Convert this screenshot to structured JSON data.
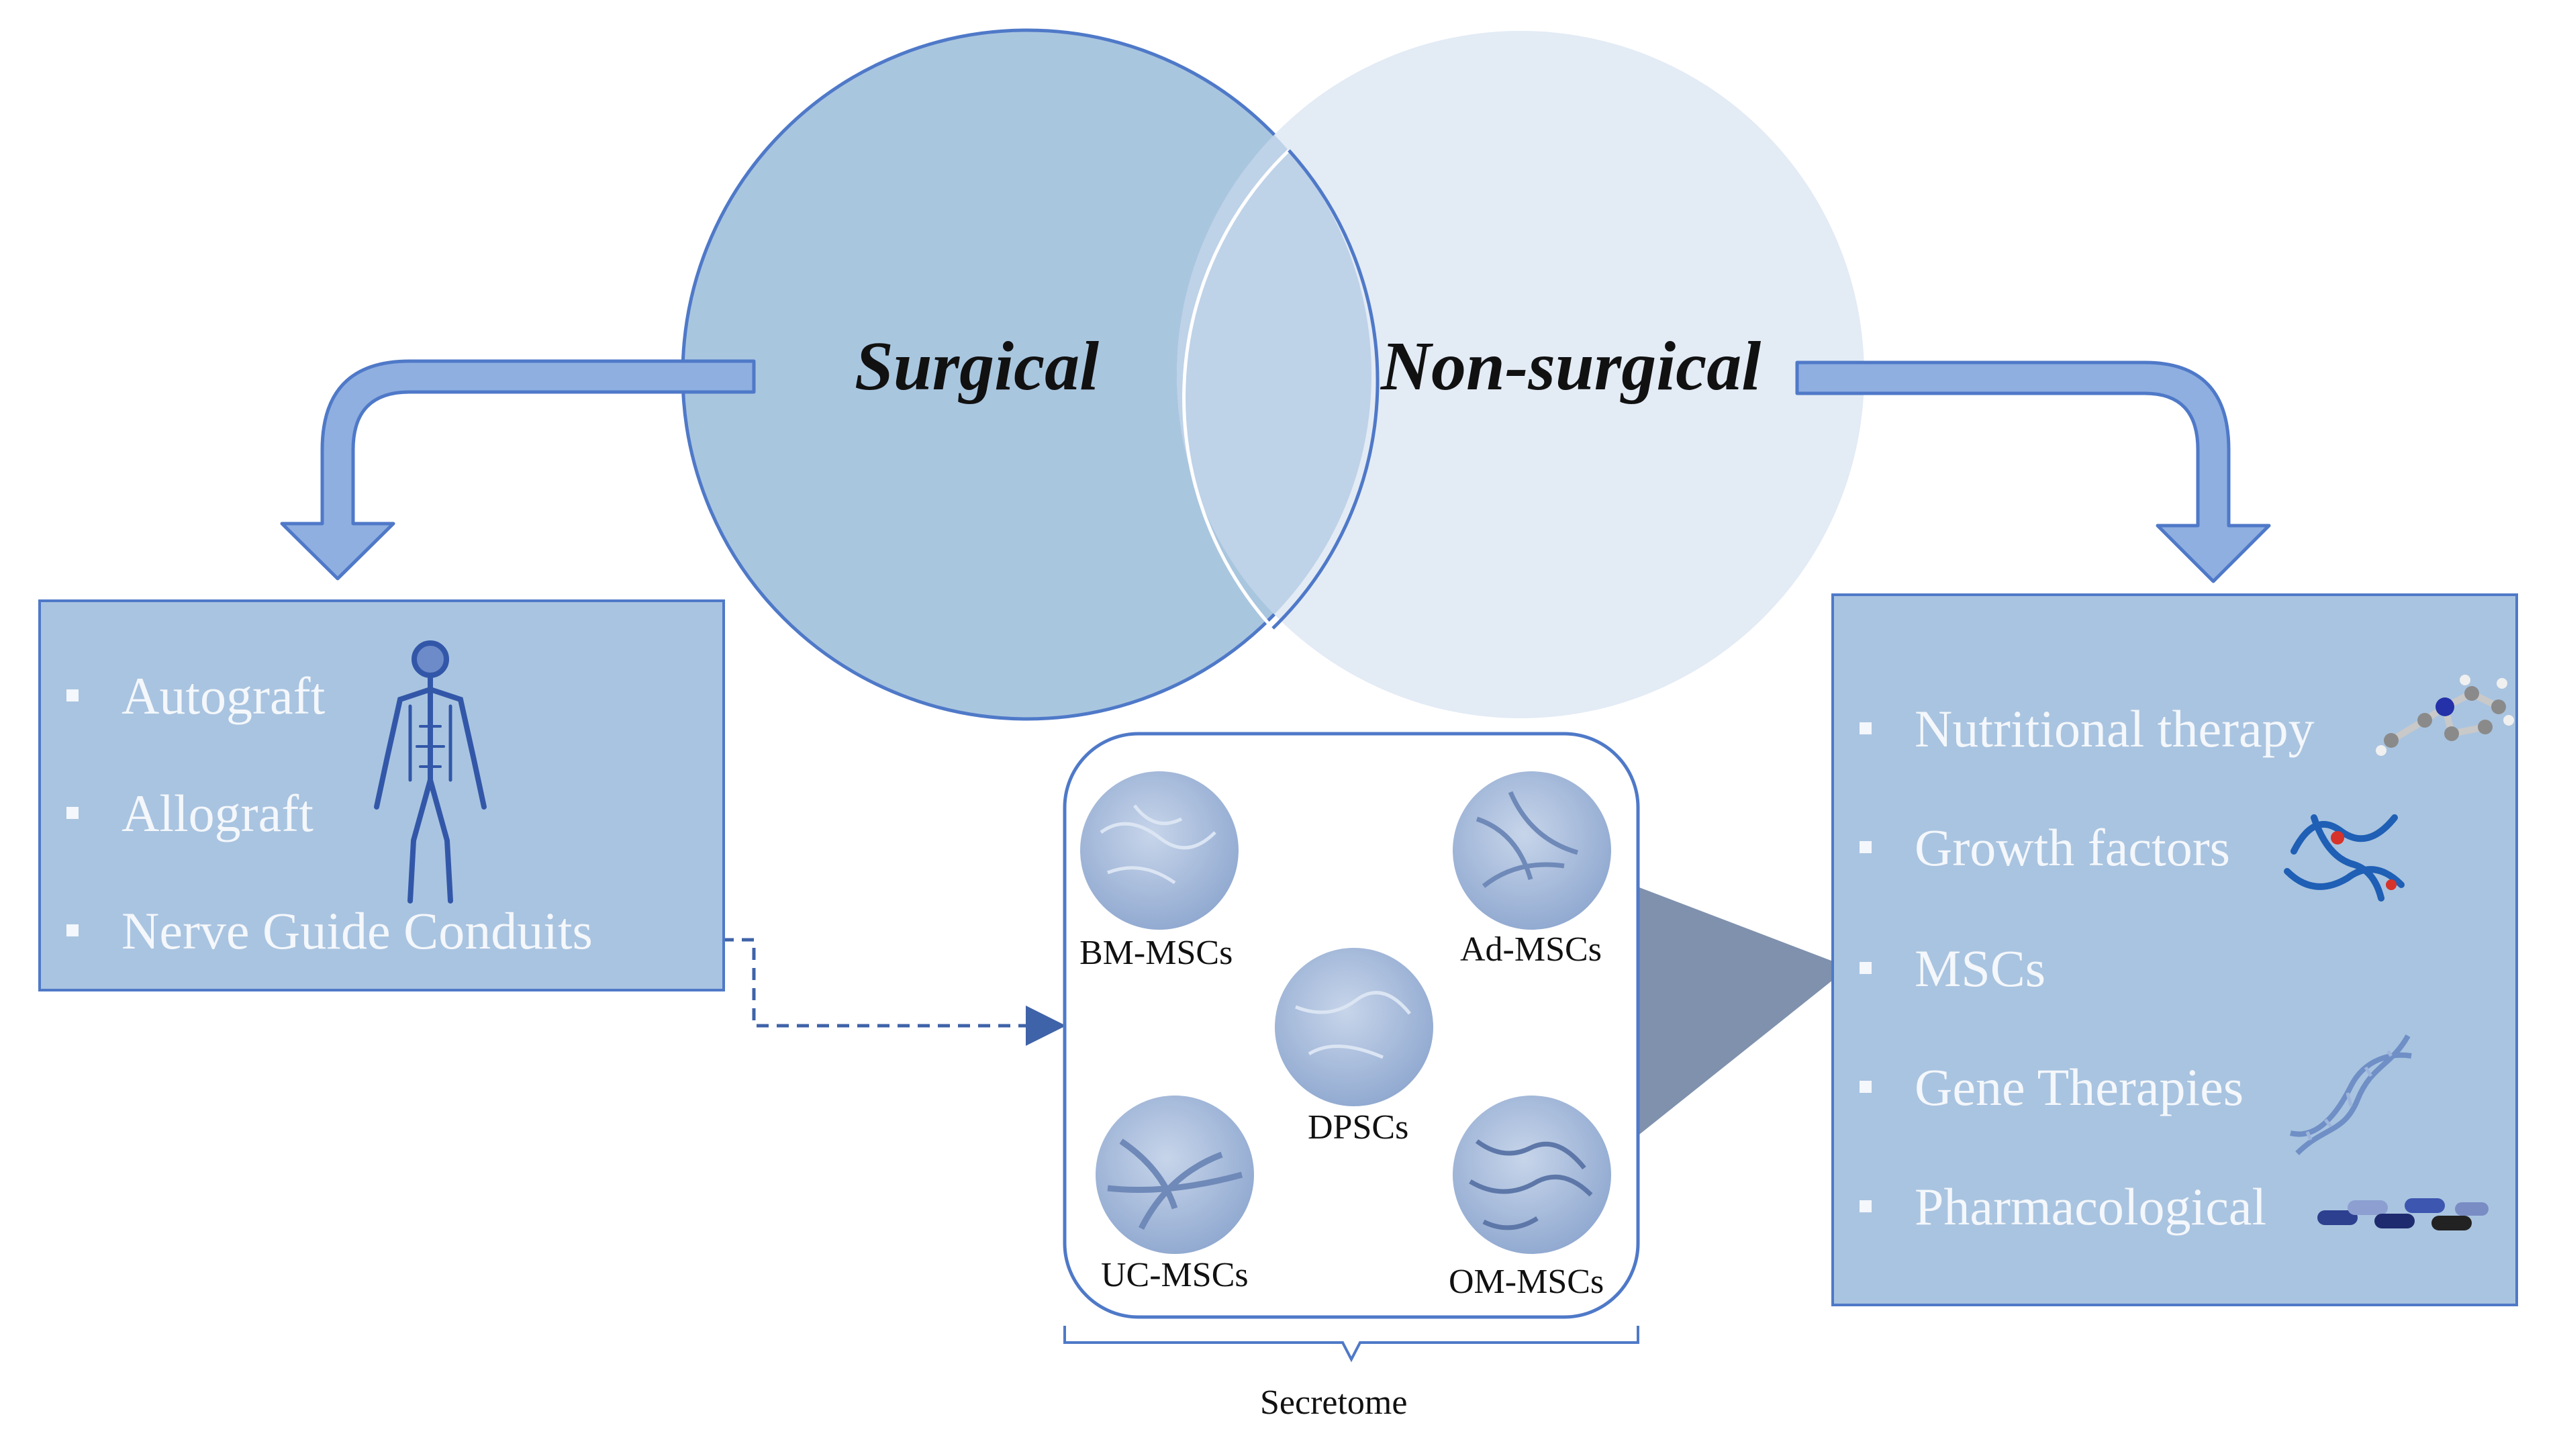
{
  "venn": {
    "left_label": "Surgical",
    "right_label": "Non-surgical"
  },
  "surgical_box": {
    "items": [
      "Autograft",
      "Allograft",
      "Nerve Guide Conduits"
    ],
    "icon": "human-nervous-system-icon"
  },
  "nonsurgical_box": {
    "items": [
      "Nutritional therapy",
      "Growth factors",
      "MSCs",
      "Gene Therapies",
      "Pharmacological"
    ],
    "icons": [
      "molecule-icon",
      "protein-structure-icon",
      "",
      "dna-helix-icon",
      "pills-icon"
    ]
  },
  "msc_panel": {
    "cells": [
      "BM-MSCs",
      "Ad-MSCs",
      "DPSCs",
      "UC-MSCs",
      "OM-MSCs"
    ],
    "brace_label": "Secretome"
  },
  "colors": {
    "left_circle": "#a9c6df",
    "right_circle": "#e3ebf5",
    "overlap": "#bed2e8",
    "circle_stroke": "#4f79c8",
    "box_fill": "#a9c4e0",
    "arrow_fill": "#8fafe0",
    "triangle": "#7f91ad",
    "dashed_connector": "#3f63a8"
  }
}
